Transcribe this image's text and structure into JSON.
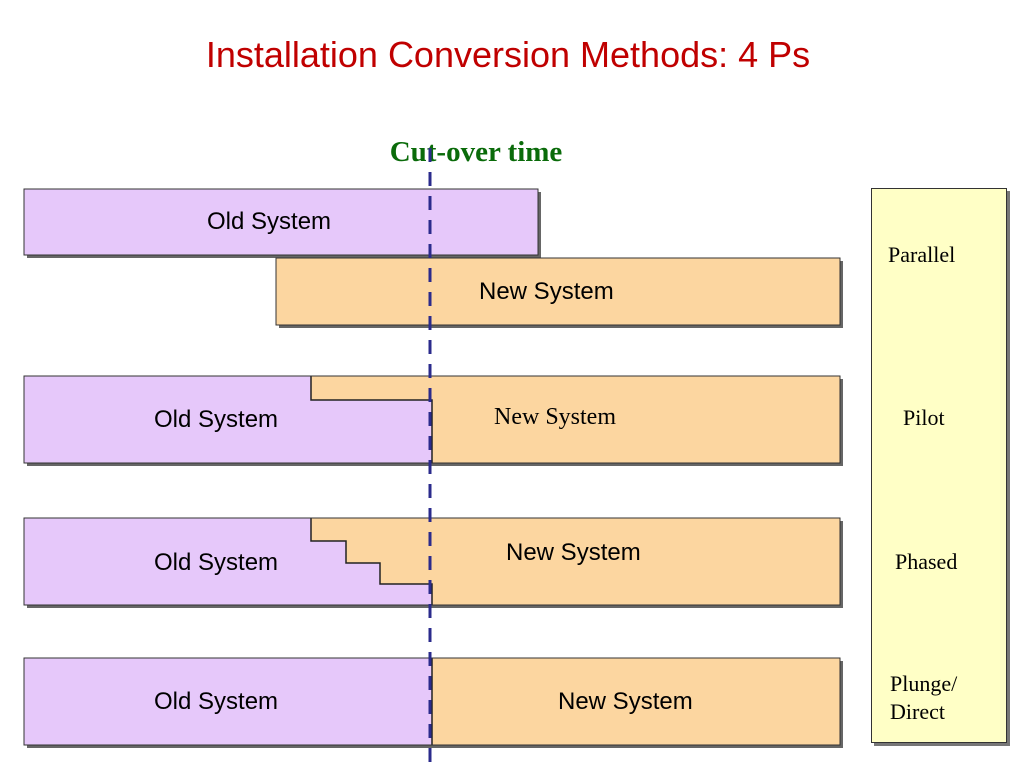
{
  "title": "Installation Conversion Methods: 4 Ps",
  "cutover_label": "Cut-over time",
  "rows": [
    {
      "old_label": "Old System",
      "new_label": "New System"
    },
    {
      "old_label": "Old System",
      "new_label": "New System"
    },
    {
      "old_label": "Old System",
      "new_label": "New System"
    },
    {
      "old_label": "Old System",
      "new_label": "New System"
    }
  ],
  "methods": [
    "Parallel",
    "Pilot",
    "Phased",
    "Plunge/\nDirect"
  ],
  "colors": {
    "old_system": "#e6c8fa",
    "new_system": "#fcd6a0",
    "method_panel": "#ffffc6",
    "cutover_line": "#2b2b8c",
    "title": "#c00000",
    "cutover_label": "#0a6b0a"
  }
}
